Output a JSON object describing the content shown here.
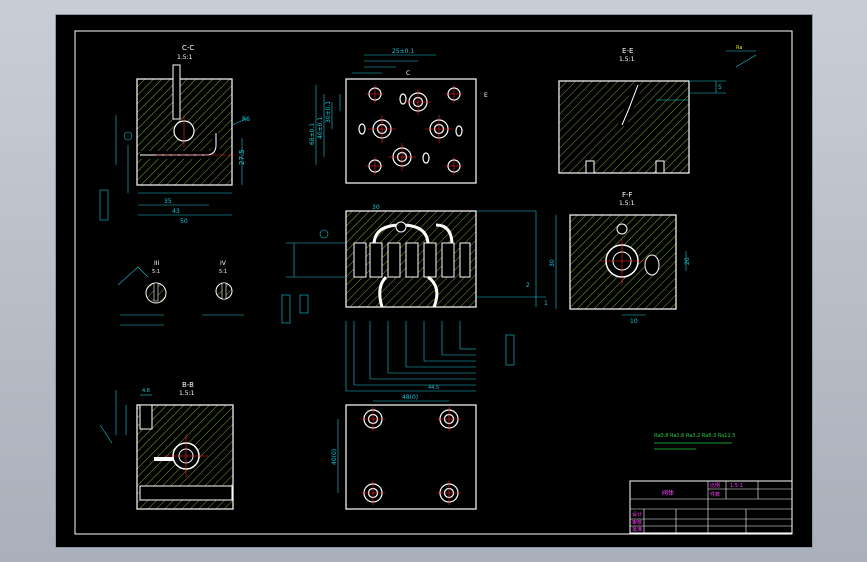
{
  "views": {
    "section_cc": {
      "title": "C-C",
      "scale": "1.5:1"
    },
    "section_ee": {
      "title": "E-E",
      "scale": "1.5:1"
    },
    "section_ff": {
      "title": "F-F",
      "scale": "1.5:1"
    },
    "section_bb": {
      "title": "B-B",
      "scale": "1.5:1"
    },
    "detail_iii": {
      "title": "III",
      "scale": "5:1"
    },
    "detail_iv": {
      "title": "IV",
      "scale": "5:1"
    }
  },
  "dimensions": {
    "cc_27_5": "27.5",
    "cc_35": "35",
    "cc_43": "43",
    "cc_50": "50",
    "cc_r6": "R6",
    "top_25": "25±0.1",
    "top_68": "68±0.1",
    "top_40": "40±0.1",
    "top_30": "30±0.1",
    "ff_30": "30",
    "ff_20": "20",
    "ff_10": "10",
    "bottom_48": "48(0)",
    "bottom_40": "40(0)",
    "front_30": "30",
    "front_2": "2",
    "front_44_5": "44.5",
    "front_1": "1",
    "bb_4_8": "4.8"
  },
  "notes": {
    "cad_note": "Ra0.8 Ra1.6 Ra3.2 Ra6.3 Ra12.5"
  },
  "title_block": {
    "part_name": "阀体",
    "scale_label": "比例",
    "scale_value": "1.5:1",
    "qty_label": "件数",
    "design_label": "设计",
    "check_label": "审核",
    "approve_label": "批准"
  },
  "colors": {
    "background": "#000000",
    "outline": "#ffffff",
    "dimension": "#18c8d8",
    "hatch": "#7fa832",
    "centerline": "#ff2020",
    "magenta": "#ff40ff",
    "note": "#20d040",
    "yellow": "#e0e020"
  }
}
